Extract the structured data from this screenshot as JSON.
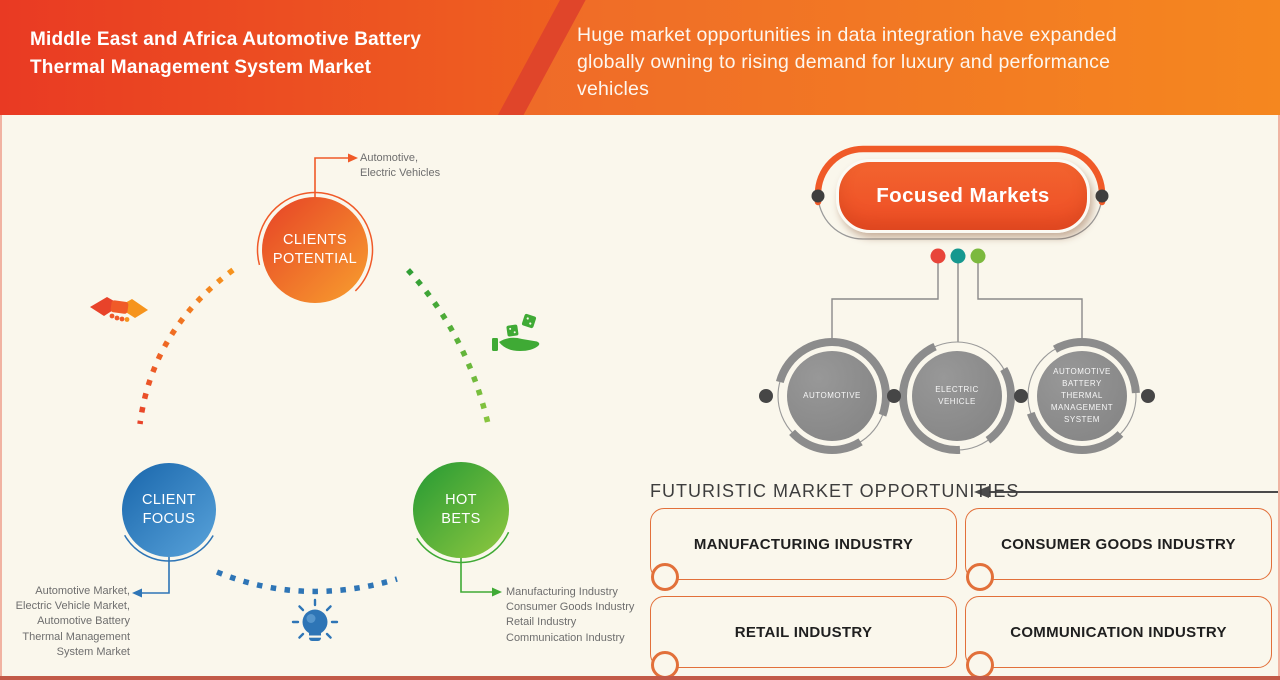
{
  "banner": {
    "title_lines": [
      "Middle East and Africa Automotive Battery",
      "Thermal Management System Market"
    ],
    "subtitle_lines": [
      "Huge market opportunities in data integration have expanded",
      "globally owning to rising demand for luxury and performance",
      "vehicles"
    ]
  },
  "left_diagram": {
    "nodes": [
      {
        "label": "CLIENTS POTENTIAL",
        "color": "#f05a28"
      },
      {
        "label": "CLIENT FOCUS",
        "color": "#2e75b6"
      },
      {
        "label": "HOT BETS",
        "color": "#3faa35"
      }
    ],
    "clients_potential_note": [
      "Automotive,",
      "Electric Vehicles"
    ],
    "client_focus_note": [
      "Automotive Market,",
      "Electric Vehicle Market,",
      "Automotive Battery",
      "Thermal Management",
      "System Market"
    ],
    "hot_bets_note": [
      "Manufacturing Industry",
      "Consumer Goods Industry",
      "Retail Industry",
      "Communication Industry"
    ],
    "icons": [
      "handshake-icon",
      "dice-hand-icon",
      "lightbulb-icon"
    ]
  },
  "right_diagram": {
    "header": "Focused Markets",
    "pin_colors": [
      "#e8453a",
      "#16988f",
      "#7cb93e"
    ],
    "markets": [
      "AUTOMOTIVE",
      "ELECTRIC VEHICLE",
      "AUTOMOTIVE BATTERY THERMAL MANAGEMENT SYSTEM"
    ]
  },
  "opportunities": {
    "heading": "FUTURISTIC MARKET OPPORTUNITIES",
    "items": [
      "MANUFACTURING INDUSTRY",
      "CONSUMER GOODS INDUSTRY",
      "RETAIL INDUSTRY",
      "COMMUNICATION INDUSTRY"
    ]
  },
  "colors": {
    "banner_red": "#e93a23",
    "banner_orange": "#f6941d",
    "accent_orange": "#f05a28",
    "blue": "#2e75b6",
    "green": "#3faa35",
    "gray_node": "#8c8c8c",
    "cream_background": "#faf7ec"
  }
}
